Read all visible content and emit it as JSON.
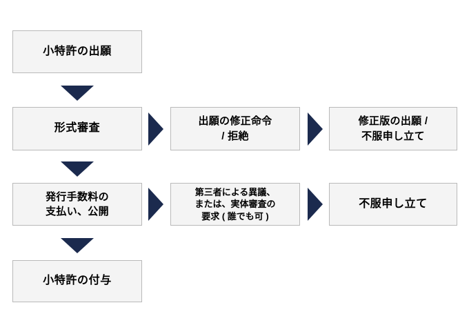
{
  "diagram": {
    "type": "flowchart",
    "title": "",
    "orientation": "top-to-bottom with right branches",
    "colors": {
      "node_fill": "#f4f4f4",
      "node_border": "#b9b9b9",
      "arrow": "#1b2a4e",
      "text": "#000000",
      "background": "#ffffff"
    },
    "nodes": [
      {
        "id": "application",
        "name": "node-application",
        "lines": [
          "小特許の出願"
        ],
        "row": 1,
        "column": 1
      },
      {
        "id": "formal-exam",
        "name": "node-formal-exam",
        "lines": [
          "形式審査"
        ],
        "row": 2,
        "column": 1
      },
      {
        "id": "amend-order",
        "name": "node-amend-order",
        "lines": [
          "出願の修正命令",
          "/ 拒絶"
        ],
        "row": 2,
        "column": 2
      },
      {
        "id": "amended-appeal",
        "name": "node-amended-appeal",
        "lines": [
          "修正版の出願 /",
          "不服申し立て"
        ],
        "row": 2,
        "column": 3
      },
      {
        "id": "fee-publication",
        "name": "node-fee-publication",
        "lines": [
          "発行手数料の",
          "支払い、公開"
        ],
        "row": 3,
        "column": 1
      },
      {
        "id": "opposition",
        "name": "node-opposition",
        "lines": [
          "第三者による異議、",
          "または、実体審査の",
          "要求 ( 誰でも可 )"
        ],
        "row": 3,
        "column": 2
      },
      {
        "id": "appeal",
        "name": "node-appeal",
        "lines": [
          "不服申し立て"
        ],
        "row": 3,
        "column": 3
      },
      {
        "id": "grant",
        "name": "node-grant",
        "lines": [
          "小特許の付与"
        ],
        "row": 4,
        "column": 1
      }
    ],
    "connectors": [
      {
        "id": "down-1",
        "direction": "down",
        "from": "application",
        "to": "formal-exam"
      },
      {
        "id": "down-2",
        "direction": "down",
        "from": "formal-exam",
        "to": "fee-publication"
      },
      {
        "id": "down-3",
        "direction": "down",
        "from": "fee-publication",
        "to": "grant"
      },
      {
        "id": "right-1",
        "direction": "right",
        "from": "formal-exam",
        "to": "amend-order"
      },
      {
        "id": "right-2",
        "direction": "right",
        "from": "amend-order",
        "to": "amended-appeal"
      },
      {
        "id": "right-3",
        "direction": "right",
        "from": "fee-publication",
        "to": "opposition"
      },
      {
        "id": "right-4",
        "direction": "right",
        "from": "opposition",
        "to": "appeal"
      }
    ]
  }
}
